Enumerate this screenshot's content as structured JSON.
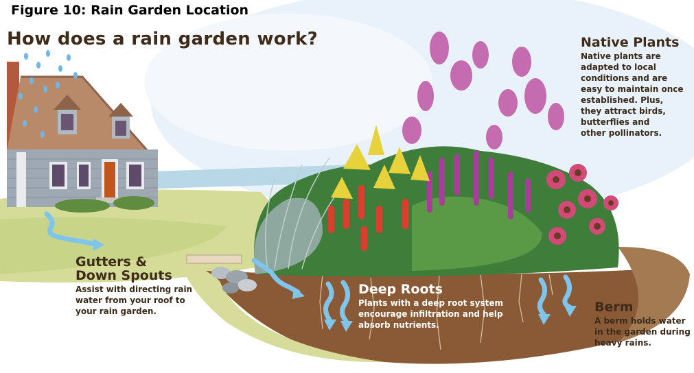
{
  "figure_title": "Figure 10: Rain Garden Location",
  "main_title": "How does a rain garden work?",
  "native_plants": {
    "heading": "Native Plants",
    "lines": [
      "Native plants are",
      "adapted to local",
      "conditions and are",
      "easy to maintain once",
      "established. Plus,",
      "they attract birds,",
      "butterflies and",
      "other pollinators."
    ]
  },
  "gutters": {
    "heading_lines": [
      "Gutters &",
      "Down Spouts"
    ],
    "lines": [
      "Assist with directing rain",
      "water from your roof to",
      "your rain garden."
    ]
  },
  "deep_roots": {
    "heading": "Deep Roots",
    "lines": [
      "Plants with a deep root system",
      "encourage infiltration and help",
      "absorb nutrients."
    ]
  },
  "berm": {
    "heading": "Berm",
    "lines": [
      "A berm holds water",
      "in the garden during",
      "heavy rains."
    ]
  },
  "colors": {
    "sky": "#eaf3fb",
    "lawn": "#cfd98f",
    "soil": "#8a5a36",
    "water": "#7fc4ea",
    "roof": "#b98a6a",
    "house": "#9aa6b0",
    "door": "#c0561e",
    "foliage": "#3f7d3a",
    "pink_flower": "#c56bb0",
    "yellow_flower": "#e7d23c",
    "red_flower": "#d8402e",
    "coneflower": "#d24a78"
  }
}
